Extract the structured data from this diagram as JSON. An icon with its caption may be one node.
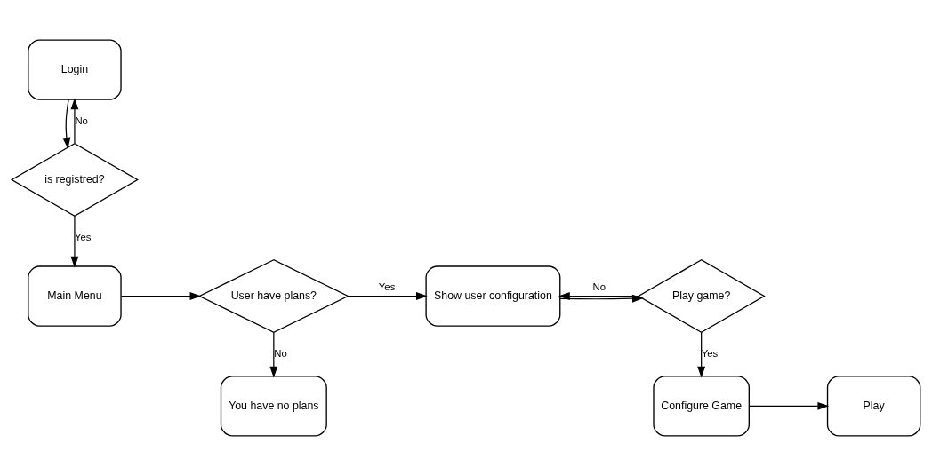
{
  "diagram": {
    "nodes": [
      {
        "text": [
          "Login"
        ]
      },
      {
        "text": [
          "is registred?"
        ]
      },
      {
        "text": [
          "Main Menu"
        ]
      },
      {
        "text": [
          "User have plans?"
        ]
      },
      {
        "text": [
          "Show user configuration"
        ]
      },
      {
        "text": [
          "Play game?"
        ]
      },
      {
        "text": [
          "You have no plans"
        ]
      },
      {
        "text": [
          "Configure Game"
        ]
      },
      {
        "text": [
          "Play"
        ]
      }
    ],
    "edges": [
      {
        "from": 0,
        "to": 1,
        "arrow": "to"
      },
      {
        "from": 1,
        "to": 0,
        "arrow": "to",
        "label": "No"
      },
      {
        "from": 1,
        "to": 2,
        "arrow": "to",
        "label": "Yes"
      },
      {
        "from": 2,
        "to": 3,
        "arrow": "to"
      },
      {
        "from": 3,
        "to": 4,
        "arrow": "to",
        "label": "Yes"
      },
      {
        "from": 3,
        "to": 6,
        "arrow": "to",
        "label": "No"
      },
      {
        "from": 4,
        "to": 5,
        "arrow": "to"
      },
      {
        "from": 5,
        "to": 4,
        "arrow": "to",
        "label": "No"
      },
      {
        "from": 5,
        "to": 7,
        "arrow": "to",
        "label": "Yes"
      },
      {
        "from": 7,
        "to": 8,
        "arrow": "to"
      }
    ]
  }
}
